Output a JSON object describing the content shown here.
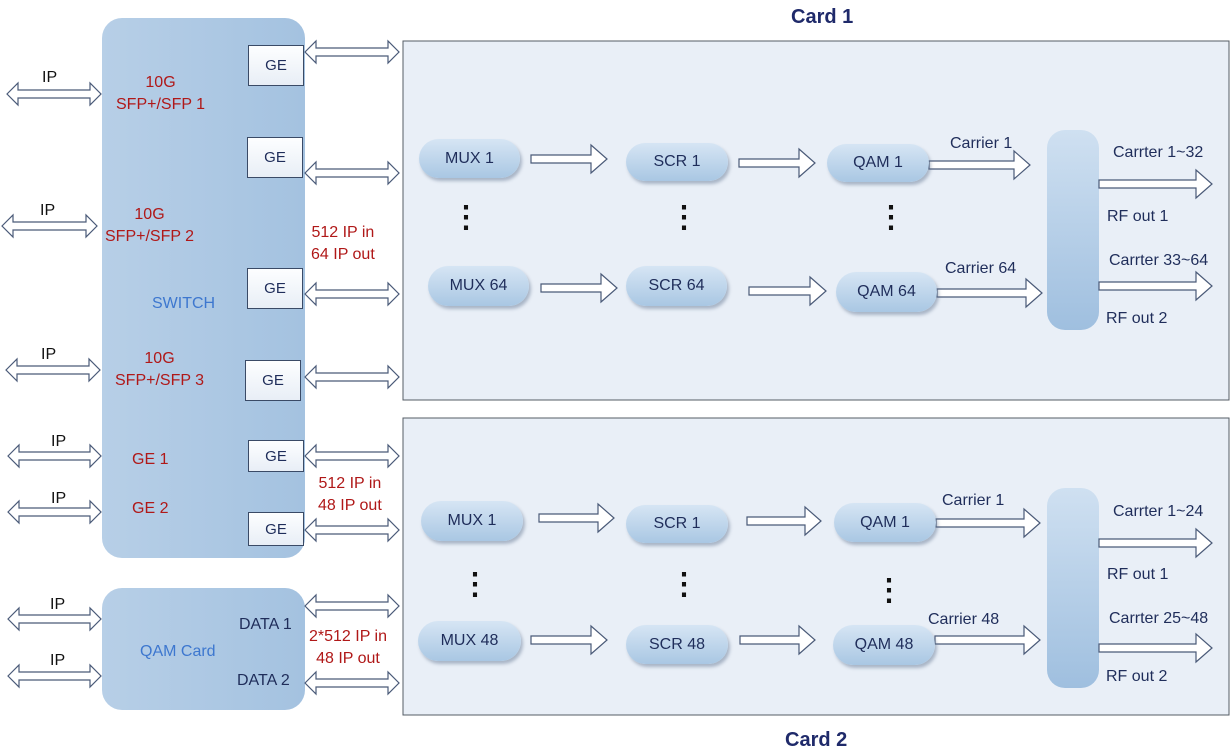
{
  "card1": {
    "title": "Card 1",
    "mux": [
      "MUX  1",
      "MUX  64"
    ],
    "scr": [
      "SCR 1",
      "SCR 64"
    ],
    "qam": [
      "QAM 1",
      "QAM 64"
    ],
    "carriers": [
      "Carrier  1",
      "Carrier  64"
    ],
    "rf_ranges": [
      "Carrter 1~32",
      "Carrter 33~64"
    ],
    "rf_outs": [
      "RF out 1",
      "RF out 2"
    ],
    "io_label": [
      "512 IP in",
      "64 IP out"
    ]
  },
  "card2": {
    "title": "Card 2",
    "mux": [
      "MUX  1",
      "MUX 48"
    ],
    "scr": [
      "SCR 1",
      "SCR 48"
    ],
    "qam": [
      "QAM 1",
      "QAM 48"
    ],
    "carriers": [
      "Carrier  1",
      "Carrier  48"
    ],
    "rf_ranges": [
      "Carrter 1~24",
      "Carrter 25~48"
    ],
    "rf_outs": [
      "RF out 1",
      "RF out 2"
    ],
    "io_label": [
      "512 IP in",
      "48 IP out"
    ]
  },
  "switch": {
    "label": "SWITCH",
    "ports": [
      [
        "10G",
        "SFP+/SFP 1"
      ],
      [
        "10G",
        "SFP+/SFP 2"
      ],
      [
        "10G",
        "SFP+/SFP 3"
      ],
      [
        "GE 1"
      ],
      [
        "GE 2"
      ]
    ],
    "ge_label": "GE"
  },
  "qam_card": {
    "label": "QAM Card",
    "data_ports": [
      "DATA 1",
      "DATA 2"
    ],
    "io_label": [
      "2*512 IP in",
      "48 IP out"
    ]
  },
  "ip_label": "IP",
  "dots": "⋮",
  "colors": {
    "panel_bg": "#e9eff7",
    "switch_fill": "#b9d1e8",
    "pill_fill": "#bcd6ee",
    "port_red": "#b01818",
    "title_navy": "#1f2a6a",
    "switch_blue": "#3d77cf"
  }
}
